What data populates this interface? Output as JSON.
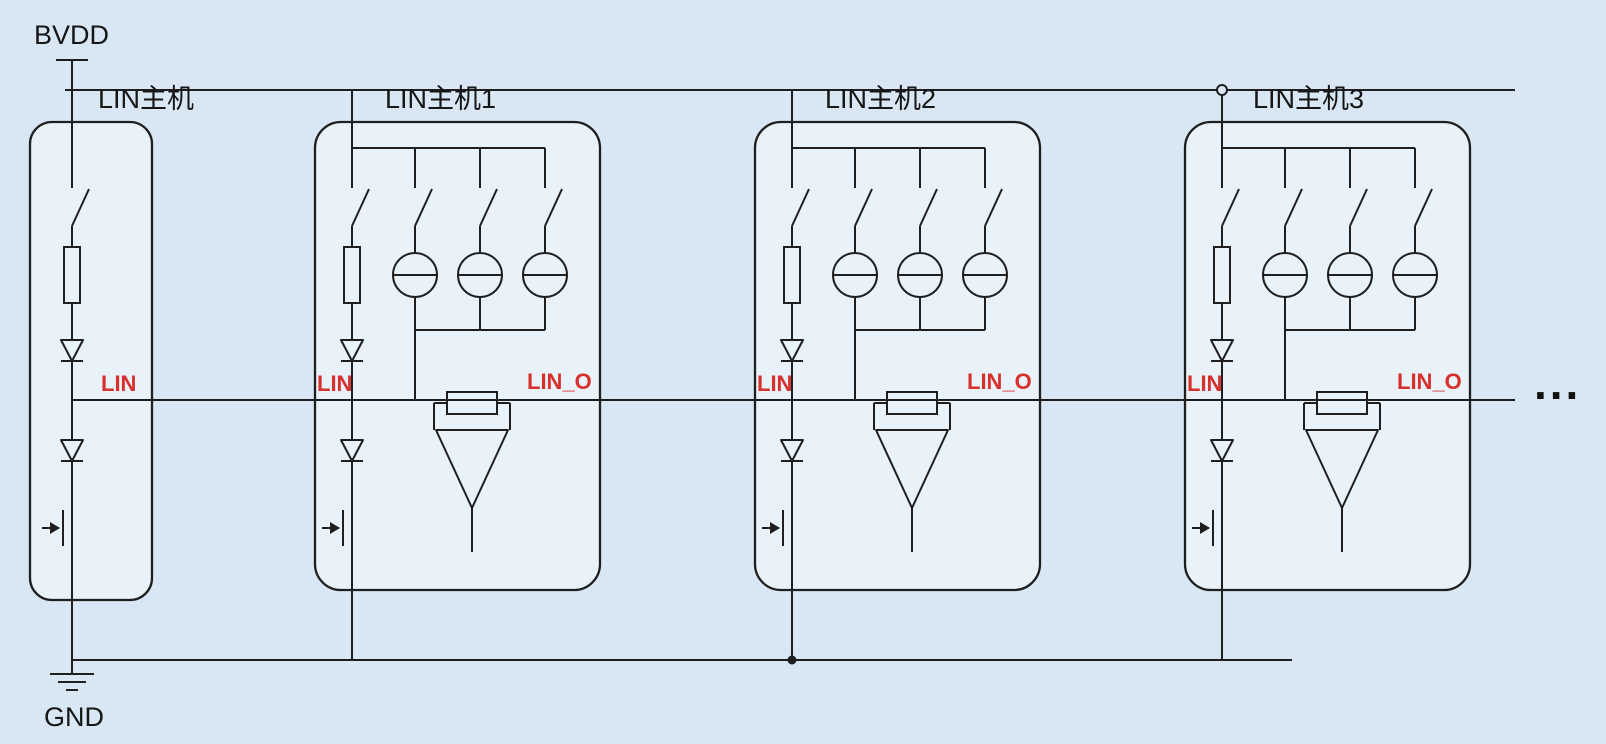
{
  "colors": {
    "background": "#d9e7f4",
    "block_fill": "#e9f1f9",
    "line": "#1f1f1f",
    "text": "#161616",
    "accent_red": "#d7312e"
  },
  "rails": {
    "top_label": "BVDD",
    "bottom_label": "GND"
  },
  "blocks": [
    {
      "label": "LIN主机",
      "lin_label": "LIN"
    },
    {
      "label": "LIN主机1",
      "lin_label": "LIN",
      "lin_out_label": "LIN_O"
    },
    {
      "label": "LIN主机2",
      "lin_label": "LIN",
      "lin_out_label": "LIN_O"
    },
    {
      "label": "LIN主机3",
      "lin_label": "LIN",
      "lin_out_label": "LIN_O"
    }
  ],
  "ellipsis": "..."
}
